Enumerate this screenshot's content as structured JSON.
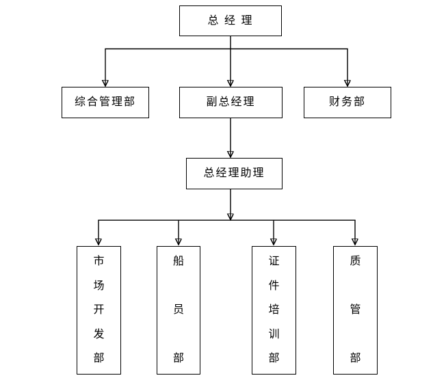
{
  "diagram": {
    "type": "org-chart",
    "colors": {
      "background": "#ffffff",
      "line": "#000000",
      "box_border": "#000000",
      "box_fill": "#ffffff",
      "text": "#000000"
    },
    "nodes": {
      "general_manager": {
        "label": "总 经 理",
        "orientation": "horizontal"
      },
      "comprehensive_management_dept": {
        "label": "综合管理部",
        "orientation": "horizontal"
      },
      "deputy_general_manager": {
        "label": "副总经理",
        "orientation": "horizontal"
      },
      "finance_dept": {
        "label": "财务部",
        "orientation": "horizontal"
      },
      "general_manager_assistant": {
        "label": "总经理助理",
        "orientation": "horizontal"
      },
      "market_development_dept": {
        "label": "市场开发部",
        "orientation": "vertical"
      },
      "crew_dept": {
        "label": "船员部",
        "orientation": "vertical"
      },
      "certificate_training_dept": {
        "label": "证件培训部",
        "orientation": "vertical"
      },
      "quality_management_dept": {
        "label": "质管部",
        "orientation": "vertical"
      }
    },
    "edges": [
      {
        "from": "general_manager",
        "to": "comprehensive_management_dept"
      },
      {
        "from": "general_manager",
        "to": "deputy_general_manager"
      },
      {
        "from": "general_manager",
        "to": "finance_dept"
      },
      {
        "from": "deputy_general_manager",
        "to": "general_manager_assistant"
      },
      {
        "from": "general_manager_assistant",
        "to": "market_development_dept"
      },
      {
        "from": "general_manager_assistant",
        "to": "crew_dept"
      },
      {
        "from": "general_manager_assistant",
        "to": "certificate_training_dept"
      },
      {
        "from": "general_manager_assistant",
        "to": "quality_management_dept"
      }
    ]
  }
}
